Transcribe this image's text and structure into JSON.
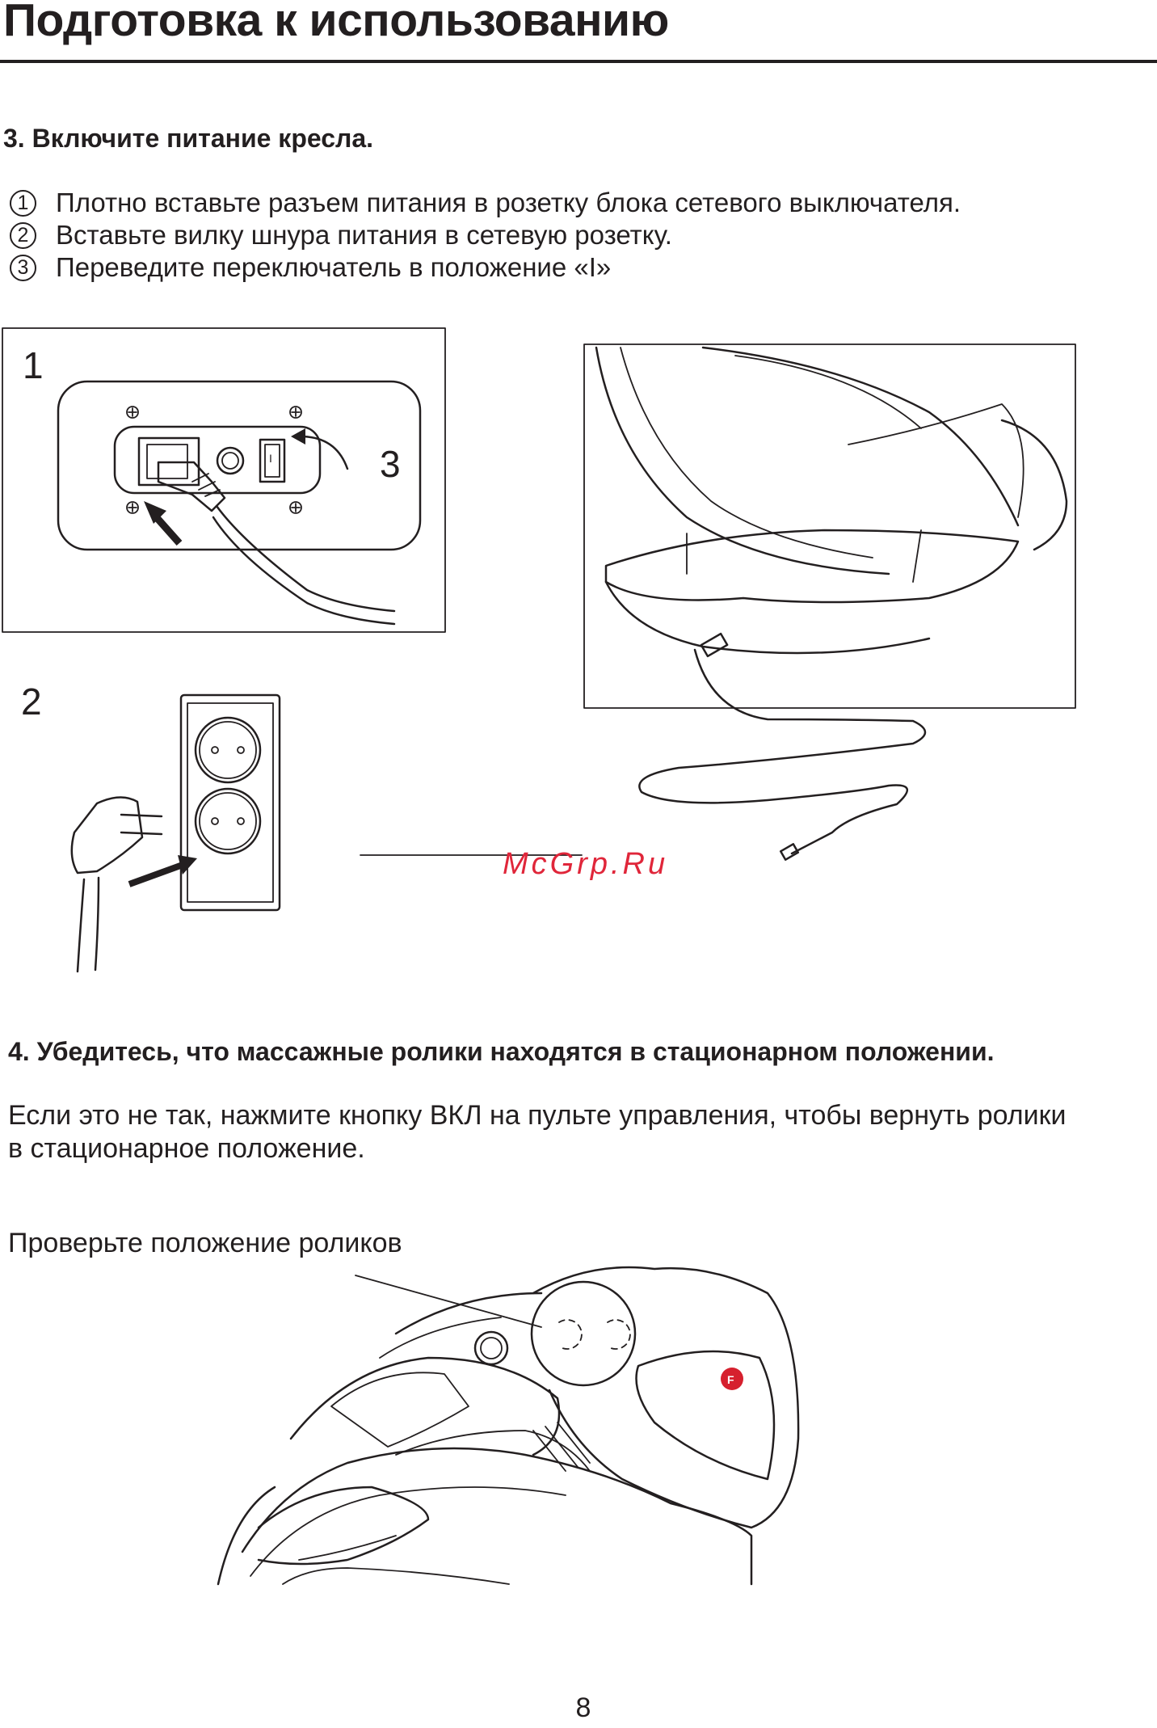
{
  "page": {
    "title": "Подготовка к использованию",
    "page_number": "8"
  },
  "section3": {
    "heading": "3. Включите питание кресла.",
    "steps": [
      {
        "num": "1",
        "text": "Плотно вставьте разъем питания в розетку блока сетевого выключателя."
      },
      {
        "num": "2",
        "text": "Вставьте вилку шнура питания в сетевую розетку."
      },
      {
        "num": "3",
        "text": "Переведите переключатель в положение «I»"
      }
    ]
  },
  "figures": {
    "fig1_label": "1",
    "fig2_label": "2",
    "fig3_label": "3",
    "switch_mark": "I"
  },
  "watermark": "McGrp.Ru",
  "section4": {
    "heading": "4. Убедитесь, что массажные ролики находятся в стационарном положении.",
    "body_line1": "Если это не так, нажмите кнопку ВКЛ на пульте управления, чтобы вернуть ролики",
    "body_line2": "в стационарное положение.",
    "callout": "Проверьте положение роликов",
    "logo_letter": "F"
  },
  "colors": {
    "text": "#231f20",
    "watermark": "#e0263a",
    "logo": "#d6202e"
  }
}
